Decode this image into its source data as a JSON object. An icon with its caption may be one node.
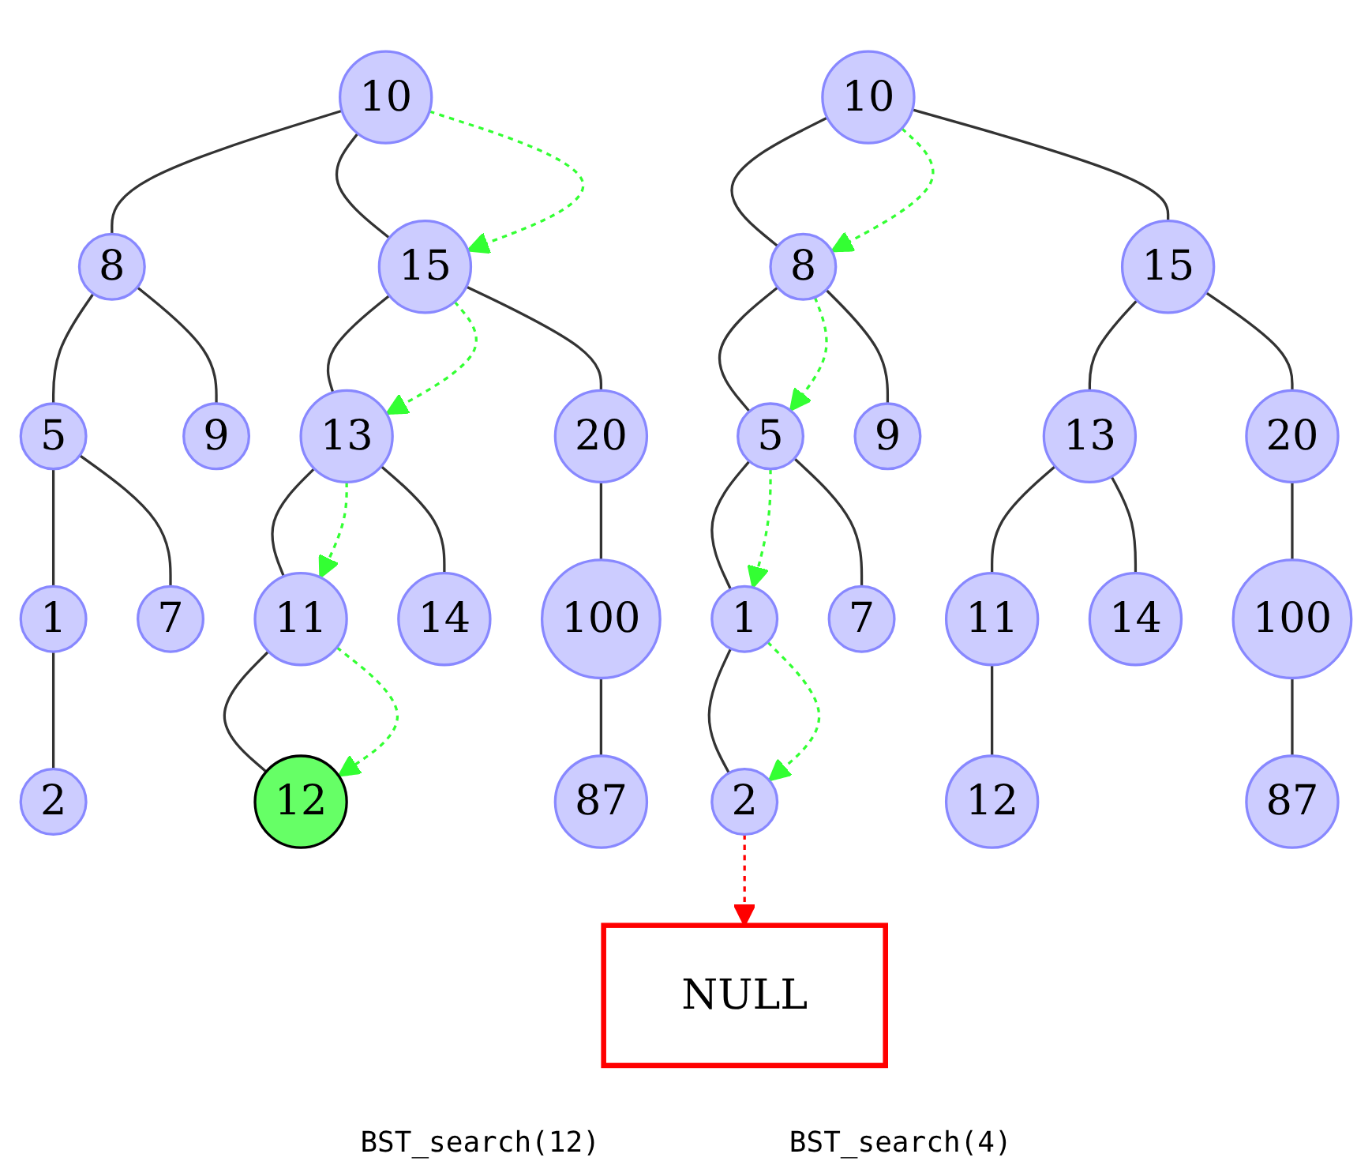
{
  "diagram": {
    "nodes": [
      {
        "text": [
          "10"
        ]
      },
      {
        "text": [
          "8"
        ]
      },
      {
        "text": [
          "15"
        ]
      },
      {
        "text": [
          "5"
        ]
      },
      {
        "text": [
          "9"
        ]
      },
      {
        "text": [
          "13"
        ]
      },
      {
        "text": [
          "20"
        ]
      },
      {
        "text": [
          "1"
        ]
      },
      {
        "text": [
          "7"
        ]
      },
      {
        "text": [
          "11"
        ]
      },
      {
        "text": [
          "14"
        ]
      },
      {
        "text": [
          "100"
        ]
      },
      {
        "text": [
          "2"
        ]
      },
      {
        "text": [
          "12"
        ]
      },
      {
        "text": [
          "87"
        ]
      },
      {
        "text": [
          "10"
        ]
      },
      {
        "text": [
          "8"
        ]
      },
      {
        "text": [
          "15"
        ]
      },
      {
        "text": [
          "5"
        ]
      },
      {
        "text": [
          "9"
        ]
      },
      {
        "text": [
          "13"
        ]
      },
      {
        "text": [
          "20"
        ]
      },
      {
        "text": [
          "1"
        ]
      },
      {
        "text": [
          "7"
        ]
      },
      {
        "text": [
          "11"
        ]
      },
      {
        "text": [
          "14"
        ]
      },
      {
        "text": [
          "100"
        ]
      },
      {
        "text": [
          "2"
        ]
      },
      {
        "text": [
          "12"
        ]
      },
      {
        "text": [
          "87"
        ]
      },
      {
        "text": [
          "NULL"
        ]
      }
    ],
    "edges": [
      {
        "from": 0,
        "to": 1,
        "arrow": "none"
      },
      {
        "from": 0,
        "to": 2,
        "arrow": "none"
      },
      {
        "from": 1,
        "to": 3,
        "arrow": "none"
      },
      {
        "from": 1,
        "to": 4,
        "arrow": "none"
      },
      {
        "from": 2,
        "to": 5,
        "arrow": "none"
      },
      {
        "from": 2,
        "to": 6,
        "arrow": "none"
      },
      {
        "from": 3,
        "to": 7,
        "arrow": "none"
      },
      {
        "from": 3,
        "to": 8,
        "arrow": "none"
      },
      {
        "from": 5,
        "to": 9,
        "arrow": "none"
      },
      {
        "from": 5,
        "to": 10,
        "arrow": "none"
      },
      {
        "from": 6,
        "to": 11,
        "arrow": "none"
      },
      {
        "from": 7,
        "to": 12,
        "arrow": "none"
      },
      {
        "from": 9,
        "to": 13,
        "arrow": "none"
      },
      {
        "from": 11,
        "to": 14,
        "arrow": "none"
      },
      {
        "from": 0,
        "to": 2,
        "arrow": "to",
        "style": "dashed",
        "color": "#33ff33"
      },
      {
        "from": 2,
        "to": 5,
        "arrow": "to",
        "style": "dashed",
        "color": "#33ff33"
      },
      {
        "from": 5,
        "to": 9,
        "arrow": "to",
        "style": "dashed",
        "color": "#33ff33"
      },
      {
        "from": 9,
        "to": 13,
        "arrow": "to",
        "style": "dashed",
        "color": "#33ff33"
      },
      {
        "from": 15,
        "to": 16,
        "arrow": "none"
      },
      {
        "from": 15,
        "to": 17,
        "arrow": "none"
      },
      {
        "from": 16,
        "to": 18,
        "arrow": "none"
      },
      {
        "from": 16,
        "to": 19,
        "arrow": "none"
      },
      {
        "from": 17,
        "to": 20,
        "arrow": "none"
      },
      {
        "from": 17,
        "to": 21,
        "arrow": "none"
      },
      {
        "from": 18,
        "to": 22,
        "arrow": "none"
      },
      {
        "from": 18,
        "to": 23,
        "arrow": "none"
      },
      {
        "from": 20,
        "to": 24,
        "arrow": "none"
      },
      {
        "from": 20,
        "to": 25,
        "arrow": "none"
      },
      {
        "from": 21,
        "to": 26,
        "arrow": "none"
      },
      {
        "from": 22,
        "to": 27,
        "arrow": "none"
      },
      {
        "from": 24,
        "to": 28,
        "arrow": "none"
      },
      {
        "from": 26,
        "to": 29,
        "arrow": "none"
      },
      {
        "from": 15,
        "to": 16,
        "arrow": "to",
        "style": "dashed",
        "color": "#33ff33"
      },
      {
        "from": 16,
        "to": 18,
        "arrow": "to",
        "style": "dashed",
        "color": "#33ff33"
      },
      {
        "from": 18,
        "to": 22,
        "arrow": "to",
        "style": "dashed",
        "color": "#33ff33"
      },
      {
        "from": 22,
        "to": 27,
        "arrow": "to",
        "style": "dashed",
        "color": "#33ff33"
      },
      {
        "from": 27,
        "to": 30,
        "arrow": "to",
        "style": "dashed",
        "color": "#ff0000"
      }
    ],
    "labels": [
      "BST_search(12)",
      "BST_search(4)"
    ]
  }
}
